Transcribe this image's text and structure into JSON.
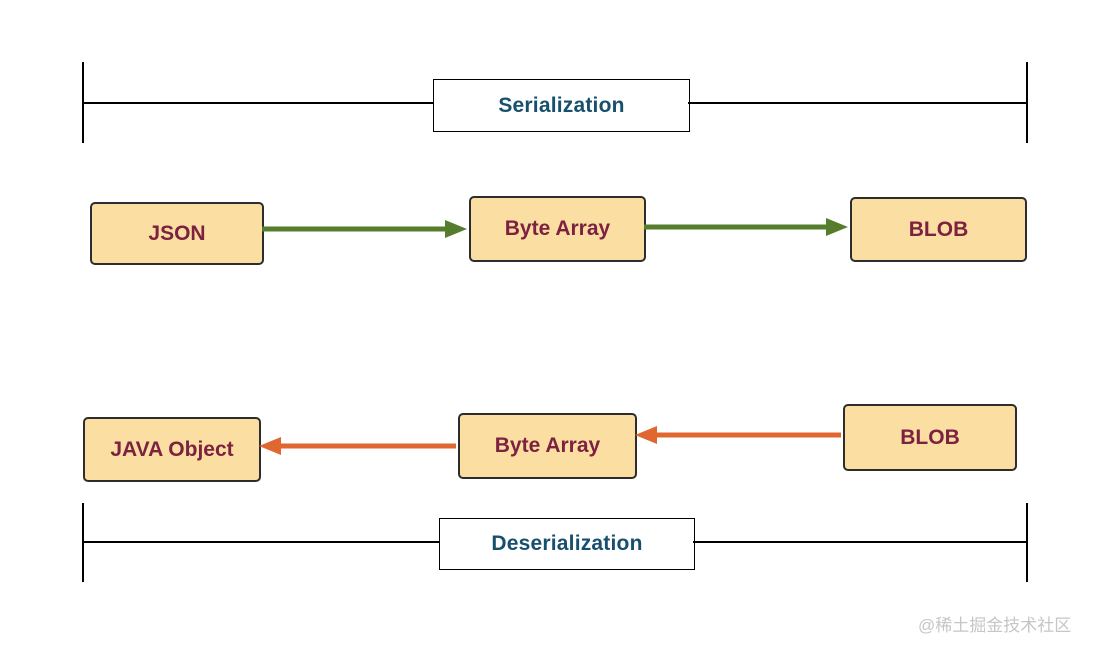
{
  "colors": {
    "node-fill": "#fbdfa2",
    "node-border": "#2d2d2d",
    "node-text": "#7d2140",
    "title-text": "#17506e",
    "serialize-arrow": "#557d2b",
    "deserialize-arrow": "#e0672f",
    "bracket-line": "#000000",
    "watermark-text": "#c6c6c6"
  },
  "serialization": {
    "title": "Serialization",
    "nodes": [
      {
        "label": "JSON"
      },
      {
        "label": "Byte Array"
      },
      {
        "label": "BLOB"
      }
    ]
  },
  "deserialization": {
    "title": "Deserialization",
    "nodes": [
      {
        "label": "JAVA Object"
      },
      {
        "label": "Byte Array"
      },
      {
        "label": "BLOB"
      }
    ]
  },
  "watermark": "@稀土掘金技术社区"
}
